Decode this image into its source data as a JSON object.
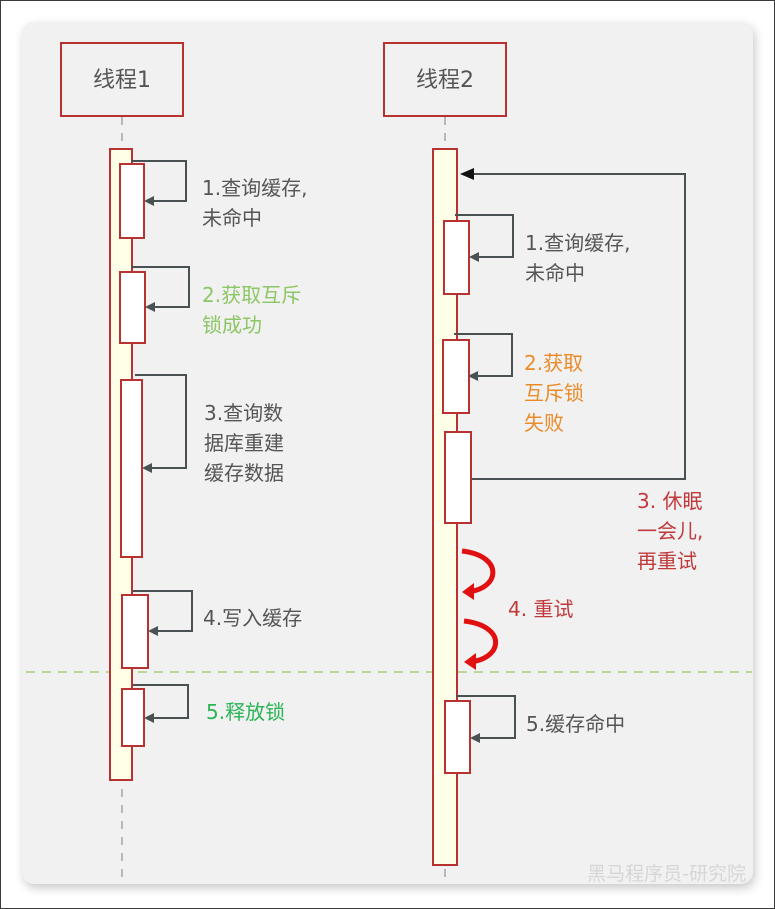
{
  "diagram": {
    "type": "sequence",
    "participants": [
      {
        "id": "t1",
        "label": "线程1"
      },
      {
        "id": "t2",
        "label": "线程2"
      }
    ],
    "thread1_steps": [
      {
        "lines": [
          "1.查询缓存,",
          " 未命中"
        ],
        "color": "#555555"
      },
      {
        "lines": [
          "2.获取互斥",
          " 锁成功"
        ],
        "color": "#8cc665"
      },
      {
        "lines": [
          "3.查询数",
          "据库重建",
          "缓存数据"
        ],
        "color": "#555555"
      },
      {
        "lines": [
          "4.写入缓存"
        ],
        "color": "#555555"
      },
      {
        "lines": [
          "5.释放锁"
        ],
        "color": "#2bb355"
      }
    ],
    "thread2_steps": [
      {
        "lines": [
          "1.查询缓存,",
          " 未命中"
        ],
        "color": "#555555"
      },
      {
        "lines": [
          "2.获取",
          " 互斥锁",
          " 失败"
        ],
        "color": "#ea8b2a"
      },
      {
        "lines": [
          "3. 休眠",
          "一会儿,",
          "再重试"
        ],
        "color": "#c0393b"
      },
      {
        "lines": [
          "4. 重试"
        ],
        "color": "#c0393b"
      },
      {
        "lines": [
          "5.缓存命中"
        ],
        "color": "#555555"
      }
    ],
    "watermark": "黑马程序员-研究院",
    "colors": {
      "border_red": "#b83232",
      "activation_fill": "#fffee6",
      "arrow_gray": "#4a5152",
      "retry_arrow": "#e01010",
      "divider": "#a9cf78",
      "lifeline": "#b8b8b8"
    }
  }
}
